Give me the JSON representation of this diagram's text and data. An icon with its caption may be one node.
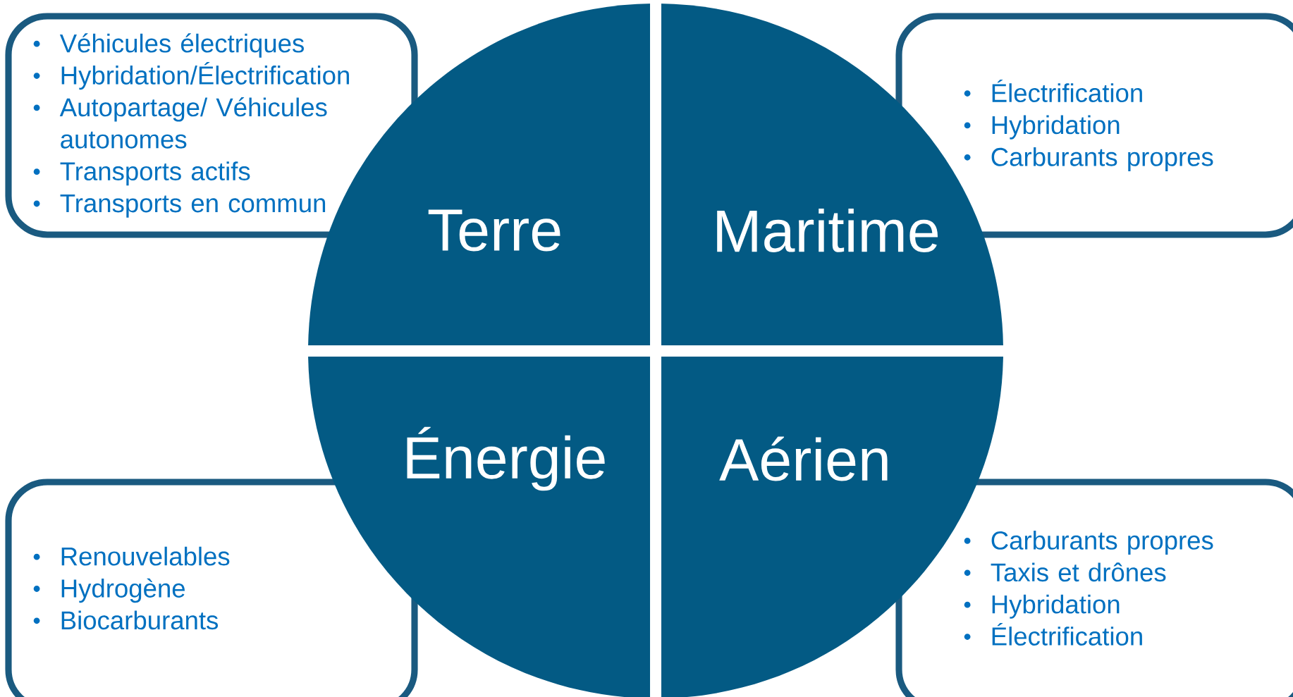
{
  "diagram": {
    "nodes": [
      {
        "text": [
          "Véhicules électriques",
          "Hybridation/Électrification",
          "Autopartage/ Véhicules autonomes",
          "Transports actifs",
          "Transports en commun"
        ]
      },
      {
        "text": [
          "Électrification",
          "Hybridation",
          "Carburants propres"
        ]
      },
      {
        "text": [
          "Terre"
        ]
      },
      {
        "text": [
          "Maritime"
        ]
      },
      {
        "text": [
          "Énergie"
        ]
      },
      {
        "text": [
          "Aérien"
        ]
      },
      {
        "text": [
          "Renouvelables",
          "Hydrogène",
          "Biocarburants"
        ]
      },
      {
        "text": [
          "Carburants propres",
          "Taxis et drônes",
          "Hybridation",
          "Électrification"
        ]
      }
    ]
  }
}
